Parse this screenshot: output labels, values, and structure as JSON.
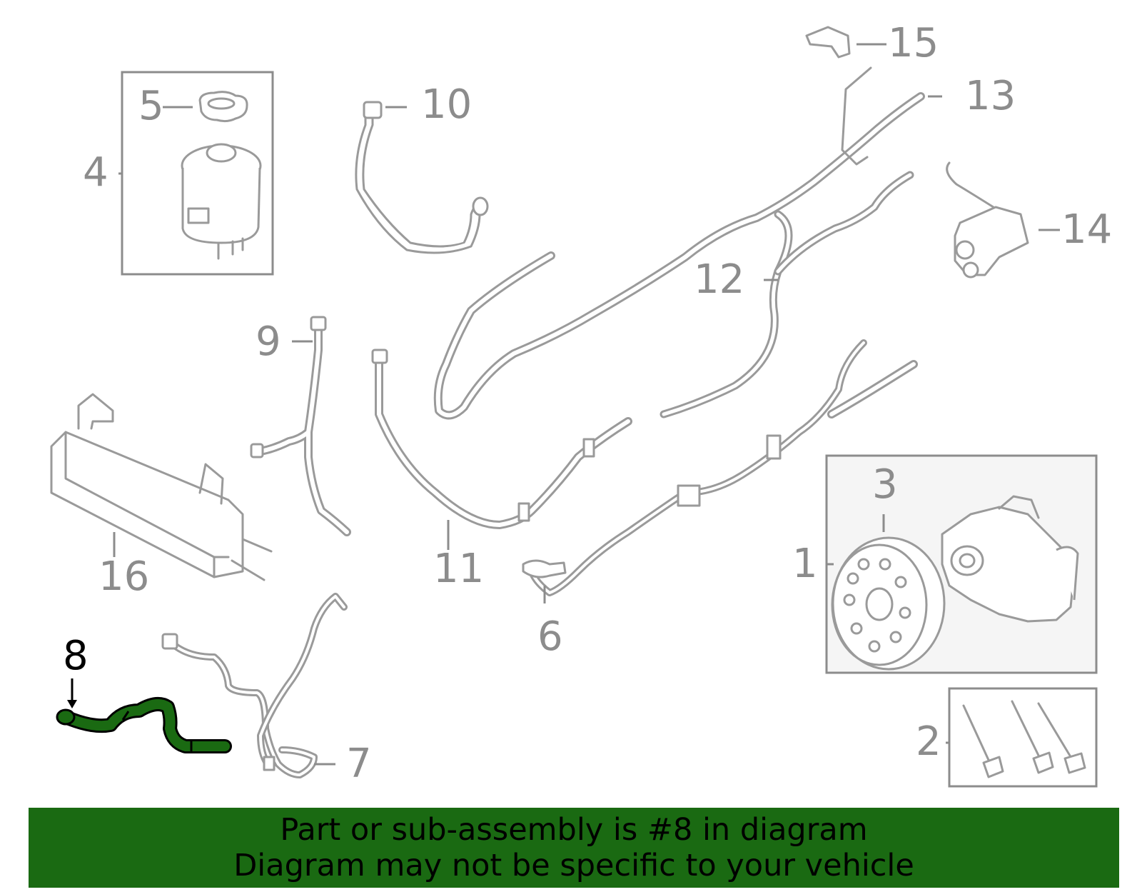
{
  "callouts": {
    "c1": "1",
    "c2": "2",
    "c3": "3",
    "c4": "4",
    "c5": "5",
    "c6": "6",
    "c7": "7",
    "c8": "8",
    "c9": "9",
    "c10": "10",
    "c11": "11",
    "c12": "12",
    "c13": "13",
    "c14": "14",
    "c15": "15",
    "c16": "16"
  },
  "highlight": {
    "part": "8",
    "color": "#1a6a12"
  },
  "banner": {
    "line1": "Part or sub-assembly is #8 in diagram",
    "line2": "Diagram may not be specific to your vehicle",
    "color": "#1a6a12"
  }
}
